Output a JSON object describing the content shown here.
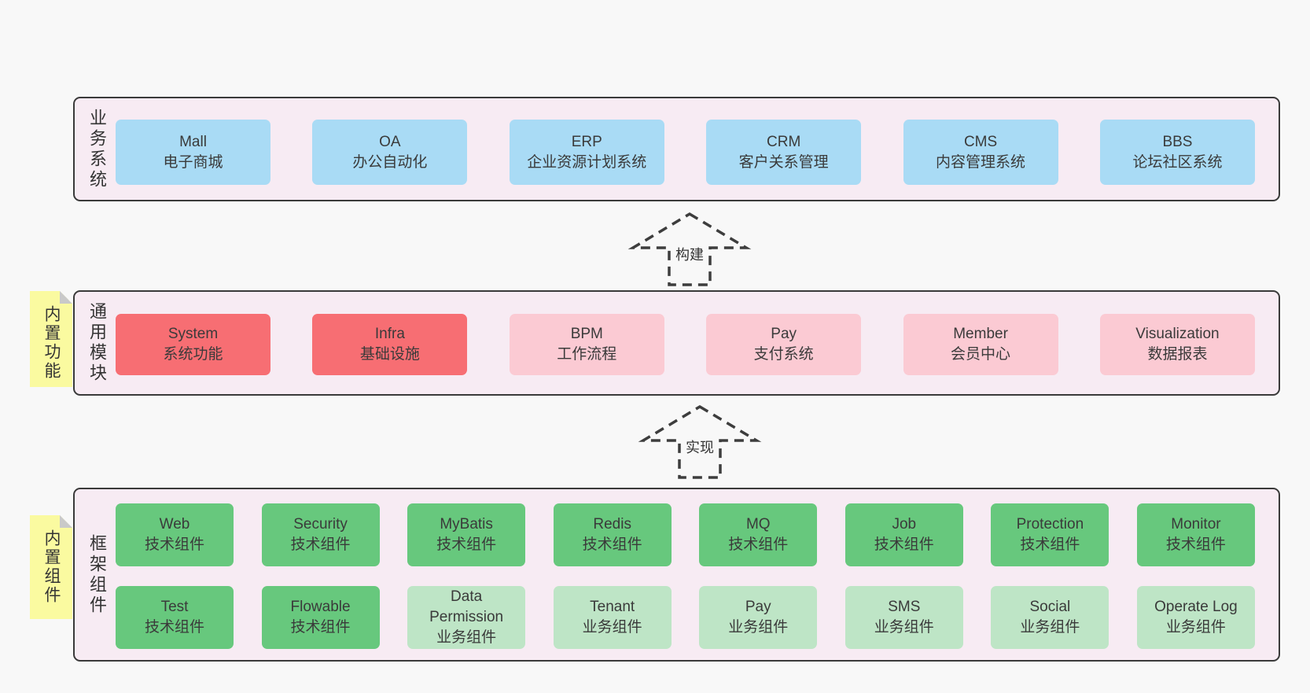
{
  "colors": {
    "page_background": "#f8f8f8",
    "band_background": "#f7ebf3",
    "band_border": "#3a3a3a",
    "box_blue": "#a9dbf5",
    "box_red": "#f76e73",
    "box_pink": "#fbcad3",
    "box_green": "#67c87d",
    "box_lightgreen": "#bee5c6",
    "sticky_yellow": "#fafaa0",
    "sticky_fold_gray": "#c9c9c9",
    "text": "#3a3a3a"
  },
  "arrows": [
    {
      "label": "构建"
    },
    {
      "label": "实现"
    }
  ],
  "bands": [
    {
      "id": "business",
      "label": "业务系统",
      "sticky": null,
      "rows": [
        [
          {
            "name": "Mall",
            "desc": "电子商城",
            "variant": "blue"
          },
          {
            "name": "OA",
            "desc": "办公自动化",
            "variant": "blue"
          },
          {
            "name": "ERP",
            "desc": "企业资源计划系统",
            "variant": "blue"
          },
          {
            "name": "CRM",
            "desc": "客户关系管理",
            "variant": "blue"
          },
          {
            "name": "CMS",
            "desc": "内容管理系统",
            "variant": "blue"
          },
          {
            "name": "BBS",
            "desc": "论坛社区系统",
            "variant": "blue"
          }
        ]
      ]
    },
    {
      "id": "modules",
      "label": "通用模块",
      "sticky": "内置功能",
      "rows": [
        [
          {
            "name": "System",
            "desc": "系统功能",
            "variant": "red"
          },
          {
            "name": "Infra",
            "desc": "基础设施",
            "variant": "red"
          },
          {
            "name": "BPM",
            "desc": "工作流程",
            "variant": "pink"
          },
          {
            "name": "Pay",
            "desc": "支付系统",
            "variant": "pink"
          },
          {
            "name": "Member",
            "desc": "会员中心",
            "variant": "pink"
          },
          {
            "name": "Visualization",
            "desc": "数据报表",
            "variant": "pink"
          }
        ]
      ]
    },
    {
      "id": "components",
      "label": "框架组件",
      "sticky": "内置组件",
      "rows": [
        [
          {
            "name": "Web",
            "desc": "技术组件",
            "variant": "green"
          },
          {
            "name": "Security",
            "desc": "技术组件",
            "variant": "green"
          },
          {
            "name": "MyBatis",
            "desc": "技术组件",
            "variant": "green"
          },
          {
            "name": "Redis",
            "desc": "技术组件",
            "variant": "green"
          },
          {
            "name": "MQ",
            "desc": "技术组件",
            "variant": "green"
          },
          {
            "name": "Job",
            "desc": "技术组件",
            "variant": "green"
          },
          {
            "name": "Protection",
            "desc": "技术组件",
            "variant": "green"
          },
          {
            "name": "Monitor",
            "desc": "技术组件",
            "variant": "green"
          }
        ],
        [
          {
            "name": "Test",
            "desc": "技术组件",
            "variant": "green"
          },
          {
            "name": "Flowable",
            "desc": "技术组件",
            "variant": "green"
          },
          {
            "name": "Data Permission",
            "desc": "业务组件",
            "variant": "lightgreen"
          },
          {
            "name": "Tenant",
            "desc": "业务组件",
            "variant": "lightgreen"
          },
          {
            "name": "Pay",
            "desc": "业务组件",
            "variant": "lightgreen"
          },
          {
            "name": "SMS",
            "desc": "业务组件",
            "variant": "lightgreen"
          },
          {
            "name": "Social",
            "desc": "业务组件",
            "variant": "lightgreen"
          },
          {
            "name": "Operate Log",
            "desc": "业务组件",
            "variant": "lightgreen"
          }
        ]
      ]
    }
  ]
}
